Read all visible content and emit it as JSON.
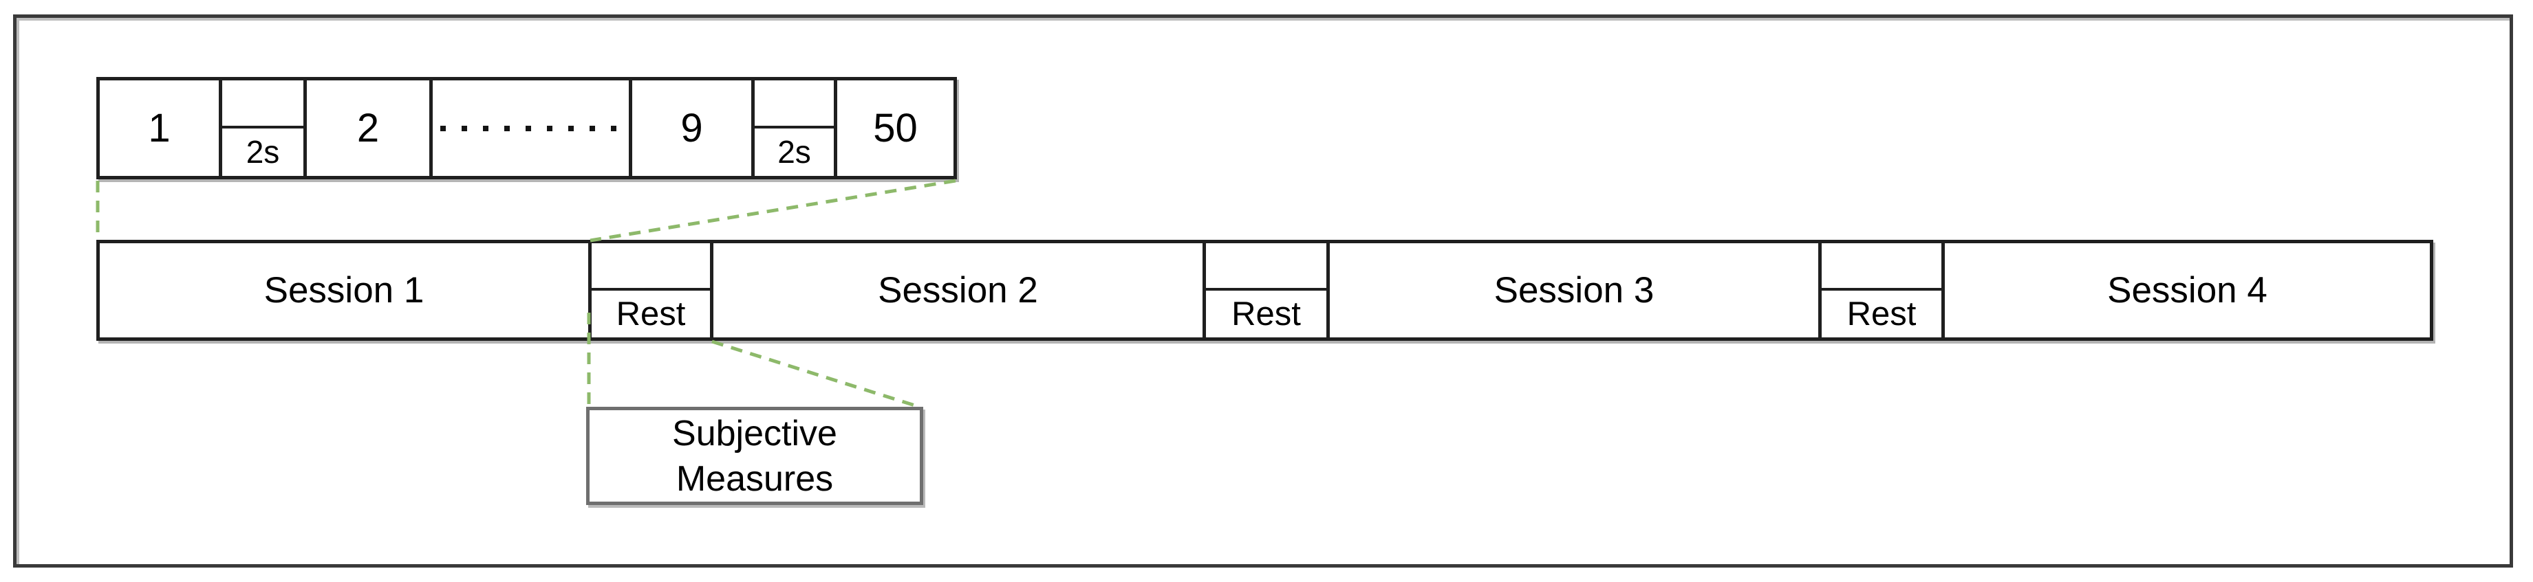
{
  "trial_sequence": {
    "description": "within-session trial sequence",
    "items": [
      {
        "label": "1",
        "kind": "trial"
      },
      {
        "label": "2s",
        "kind": "inter-trial-gap"
      },
      {
        "label": "2",
        "kind": "trial"
      },
      {
        "label": "",
        "kind": "ellipsis",
        "icon": "dotted-ellipsis-icon",
        "glyph": "........."
      },
      {
        "label": "9",
        "kind": "trial"
      },
      {
        "label": "2s",
        "kind": "inter-trial-gap"
      },
      {
        "label": "50",
        "kind": "trial"
      }
    ]
  },
  "session_timeline": {
    "items": [
      {
        "label": "Session 1",
        "kind": "session"
      },
      {
        "label": "Rest",
        "kind": "rest"
      },
      {
        "label": "Session 2",
        "kind": "session"
      },
      {
        "label": "Rest",
        "kind": "rest"
      },
      {
        "label": "Session 3",
        "kind": "session"
      },
      {
        "label": "Rest",
        "kind": "rest"
      },
      {
        "label": "Session 4",
        "kind": "session"
      }
    ]
  },
  "subjective_measures": {
    "line1": "Subjective",
    "line2": "Measures"
  },
  "connectors": {
    "style": "dashed",
    "color": "#8DB96A",
    "links": [
      "trial-sequence start to Session 1 start",
      "trial-sequence end to Session 1 end (Rest start)",
      "Rest start to Subjective Measures top-left",
      "Rest end to Subjective Measures top-right"
    ]
  }
}
